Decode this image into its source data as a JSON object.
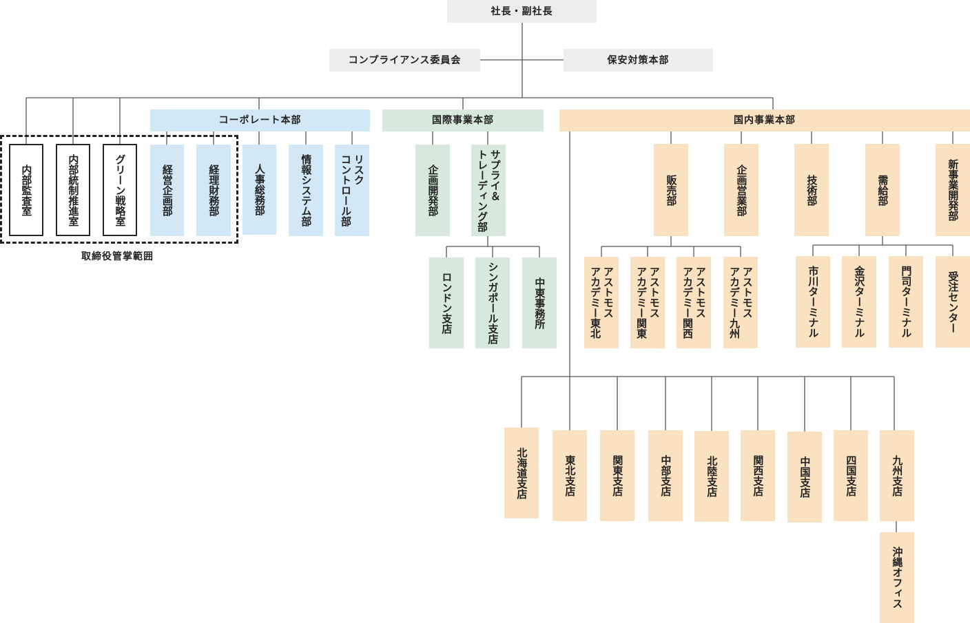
{
  "top": {
    "president": "社長・副社長"
  },
  "staff": {
    "compliance": "コンプライアンス委員会",
    "security": "保安対策本部"
  },
  "directors_scope": {
    "label": "取締役管掌範囲",
    "internal_audit": "内部監査室",
    "internal_control": "内部統制推進室",
    "green_strategy": "グリーン戦略室"
  },
  "corporate": {
    "title": "コーポレート本部",
    "units": {
      "management_planning": "経営企画部",
      "accounting_finance": "経理財務部",
      "hr_general": "人事総務部",
      "it_systems": "情報システム部",
      "risk_control": "リスク\nコントロール部"
    }
  },
  "international": {
    "title": "国際事業本部",
    "units": {
      "planning_development": "企画開発部",
      "supply_trading": "サプライ＆\nトレーディング部"
    },
    "offices": {
      "london": "ロンドン支店",
      "singapore": "シンガポール支店",
      "middle_east": "中東事務所"
    }
  },
  "domestic": {
    "title": "国内事業本部",
    "units": {
      "sales": "販売部",
      "planning_sales": "企画営業部",
      "technology": "技術部",
      "supply_demand": "需給部",
      "new_business": "新事業開発部"
    },
    "academies": {
      "tohoku": "アストモス\nアカデミー東北",
      "kanto": "アストモス\nアカデミー関東",
      "kansai": "アストモス\nアカデミー関西",
      "kyushu": "アストモス\nアカデミー九州"
    },
    "terminals": {
      "ichikawa": "市川ターミナル",
      "kanazawa": "金沢ターミナル",
      "moji": "門司ターミナル",
      "order_center": "受注センター"
    },
    "branches": {
      "hokkaido": "北海道支店",
      "tohoku": "東北支店",
      "kanto": "関東支店",
      "chubu": "中部支店",
      "hokuriku": "北陸支店",
      "kansai": "関西支店",
      "chugoku": "中国支店",
      "shikoku": "四国支店",
      "kyushu": "九州支店"
    },
    "okinawa_office": "沖縄オフィス"
  },
  "colors": {
    "top": "#ededed",
    "corporate": "#d3e8f6",
    "international": "#d7e9dd",
    "domestic": "#fae2c0",
    "line": "#555555"
  }
}
